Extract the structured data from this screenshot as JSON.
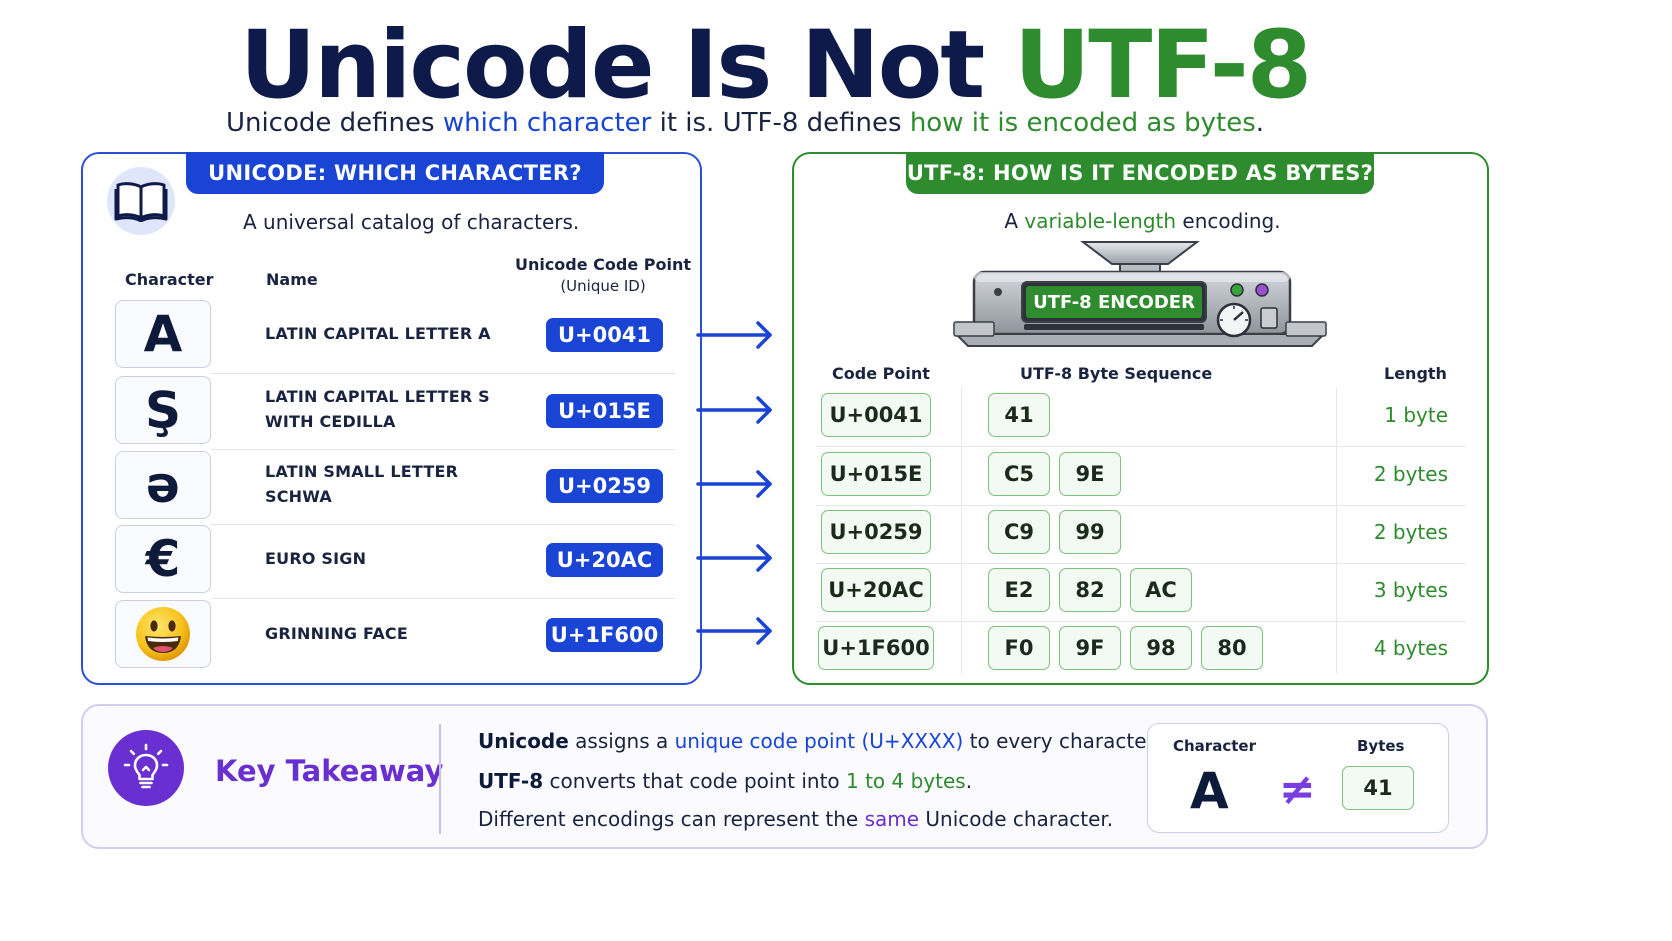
{
  "title": {
    "part1": "Unicode Is Not ",
    "part2": "UTF-8"
  },
  "subtitle": {
    "s1": "Unicode defines ",
    "s2": "which character",
    "s3": " it is. UTF-8 defines ",
    "s4": "how it is encoded as bytes",
    "s5": "."
  },
  "unicode_panel": {
    "tab": "UNICODE: WHICH CHARACTER?",
    "description": "A universal catalog of characters.",
    "columns": {
      "character": "Character",
      "name": "Name",
      "code_point": "Unicode Code Point",
      "code_point_sub": "(Unique ID)"
    },
    "rows": [
      {
        "char": "A",
        "name1": "LATIN CAPITAL LETTER A",
        "name2": "",
        "cp": "U+0041"
      },
      {
        "char": "Ş",
        "name1": "LATIN CAPITAL LETTER S",
        "name2": "WITH CEDILLA",
        "cp": "U+015E"
      },
      {
        "char": "ə",
        "name1": "LATIN SMALL LETTER",
        "name2": "SCHWA",
        "cp": "U+0259"
      },
      {
        "char": "€",
        "name1": "EURO SIGN",
        "name2": "",
        "cp": "U+20AC"
      },
      {
        "char": "",
        "name1": "GRINNING FACE",
        "name2": "",
        "cp": "U+1F600"
      }
    ]
  },
  "utf8_panel": {
    "tab": "UTF-8: HOW IS IT ENCODED AS BYTES?",
    "desc1": "A ",
    "desc2": "variable-length",
    "desc3": " encoding.",
    "encoder_label": "UTF-8 ENCODER",
    "columns": {
      "code_point": "Code Point",
      "sequence": "UTF-8 Byte Sequence",
      "length": "Length"
    },
    "rows": [
      {
        "cp": "U+0041",
        "bytes": [
          "41"
        ],
        "length": "1 byte"
      },
      {
        "cp": "U+015E",
        "bytes": [
          "C5",
          "9E"
        ],
        "length": "2 bytes"
      },
      {
        "cp": "U+0259",
        "bytes": [
          "C9",
          "99"
        ],
        "length": "2 bytes"
      },
      {
        "cp": "U+20AC",
        "bytes": [
          "E2",
          "82",
          "AC"
        ],
        "length": "3 bytes"
      },
      {
        "cp": "U+1F600",
        "bytes": [
          "F0",
          "9F",
          "98",
          "80"
        ],
        "length": "4 bytes"
      }
    ]
  },
  "takeaway": {
    "label": "Key Takeaway",
    "l1": {
      "a": "Unicode",
      "b": " assigns a ",
      "c": "unique code point (U+XXXX)",
      "d": " to every character."
    },
    "l2": {
      "a": "UTF-8",
      "b": " converts that code point into ",
      "c": "1 to 4 bytes",
      "d": "."
    },
    "l3": {
      "a": "Different encodings can represent the ",
      "b": "same",
      "c": " Unicode character."
    },
    "compare": {
      "char_label": "Character",
      "bytes_label": "Bytes",
      "char": "A",
      "neq": "≠",
      "byte": "41"
    }
  },
  "colors": {
    "blue": "#1a44d4",
    "green": "#2e8b2e",
    "purple": "#6a2fd0",
    "navy": "#0e1a4a"
  }
}
